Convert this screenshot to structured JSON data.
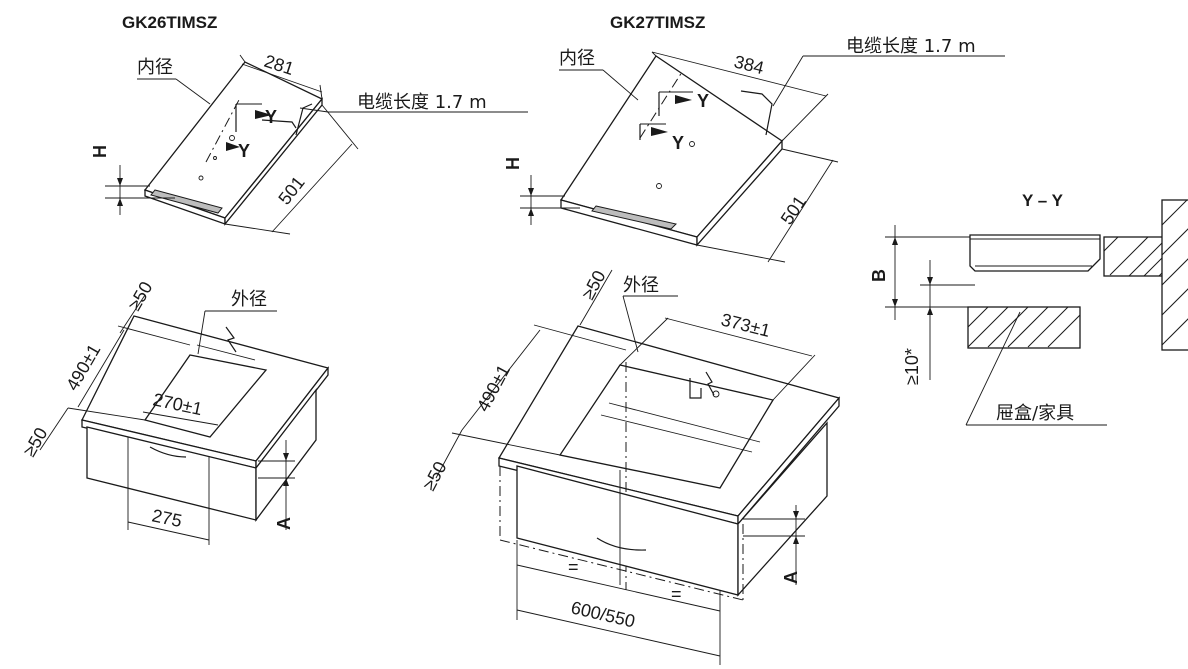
{
  "models": {
    "left": "GK26TIMSZ",
    "right": "GK27TIMSZ"
  },
  "labels": {
    "inner": "内径",
    "outer": "外径",
    "cable_left": "电缆长度 1.7 m",
    "cable_right": "电缆长度 1.7 m",
    "section_title": "Y – Y",
    "drawer_furniture": "屉盒/家具",
    "section_marker": "Y",
    "height_h": "H",
    "dim_a": "A",
    "dim_b": "B",
    "equal": "="
  },
  "dimensions": {
    "left_top_width": "281",
    "left_top_depth": "501",
    "right_top_width": "384",
    "right_top_depth": "501",
    "left_clear_back": "≥50",
    "left_clear_front": "≥50",
    "left_cut_depth": "490±1",
    "left_cut_width": "270±1",
    "left_drawer_width": "275",
    "right_clear_back": "≥50",
    "right_clear_front": "≥50",
    "right_cut_depth": "490±1",
    "right_cut_width": "373±1",
    "right_cabinet_width": "600/550",
    "section_min_gap": "≥10*"
  }
}
